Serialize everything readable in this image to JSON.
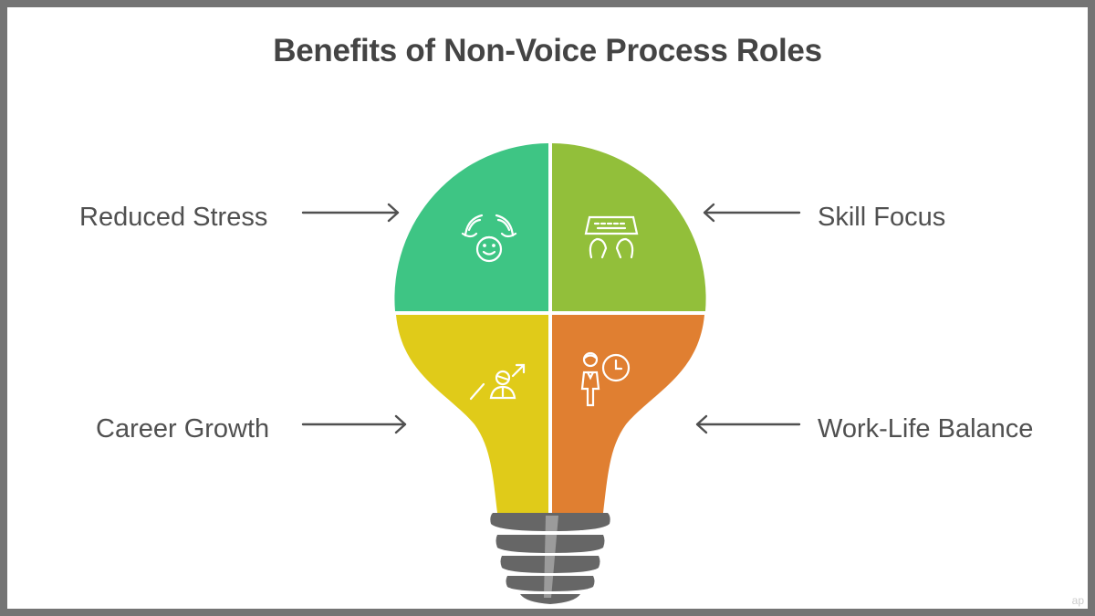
{
  "title": "Benefits of Non-Voice Process Roles",
  "colors": {
    "frame": "#747474",
    "reduced_stress": "#3EC584",
    "skill_focus": "#92BF3A",
    "career_growth": "#E0CB19",
    "work_life_balance": "#E07F31",
    "base": "#666666",
    "text": "#505050",
    "title": "#444444"
  },
  "items": [
    {
      "label": "Reduced Stress",
      "icon": "calm-face-hands-icon",
      "position": "top-left"
    },
    {
      "label": "Skill Focus",
      "icon": "keyboard-typing-icon",
      "position": "top-right"
    },
    {
      "label": "Career Growth",
      "icon": "person-growth-arrow-icon",
      "position": "bottom-left"
    },
    {
      "label": "Work-Life Balance",
      "icon": "person-clock-icon",
      "position": "bottom-right"
    }
  ],
  "watermark": "ap"
}
